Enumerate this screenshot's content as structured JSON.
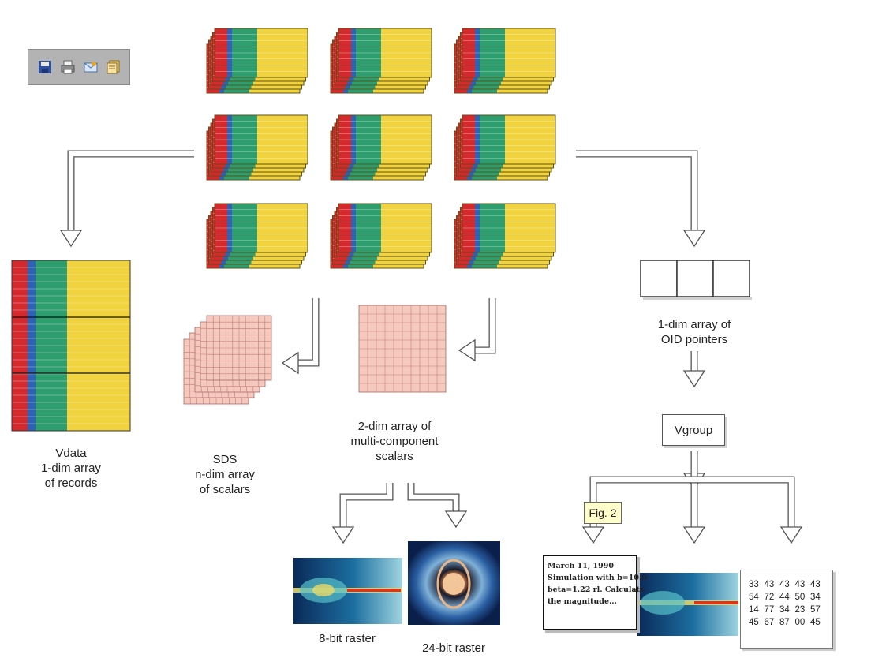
{
  "toolbar": {
    "buttons": [
      {
        "name": "save-icon"
      },
      {
        "name": "print-icon"
      },
      {
        "name": "mail-icon"
      },
      {
        "name": "pages-icon"
      }
    ]
  },
  "labels": {
    "vdata": "Vdata\n1-dim array\nof records",
    "sds": "SDS\nn-dim array\nof scalars",
    "multi": "2-dim array of\nmulti-component\nscalars",
    "oid": "1-dim array of\nOID pointers",
    "vgroup": "Vgroup",
    "raster8": "8-bit raster",
    "raster24": "24-bit raster",
    "fig": "Fig. 2"
  },
  "note_lines": [
    "March 11, 1990",
    "Simulation with b=10.0",
    "beta=1.22 rl. Calculate",
    "the magnitude..."
  ],
  "number_table": [
    [
      "33",
      "43",
      "43",
      "43",
      "43"
    ],
    [
      "54",
      "72",
      "44",
      "50",
      "34"
    ],
    [
      "14",
      "77",
      "34",
      "23",
      "57"
    ],
    [
      "45",
      "67",
      "87",
      "00",
      "45"
    ]
  ],
  "colors": {
    "red": "#d42a2e",
    "blue": "#2d62b8",
    "green": "#2e9e6e",
    "yellow": "#f0d33e",
    "pink": "#f6c9bf",
    "grid_line": "#c07c78",
    "toolbar": "#b3b3b3"
  }
}
